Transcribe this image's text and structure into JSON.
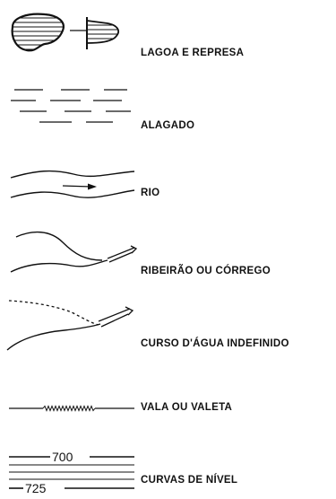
{
  "legend": {
    "items": [
      {
        "id": "lagoa",
        "label": "LAGOA E REPRESA"
      },
      {
        "id": "alagado",
        "label": "ALAGADO"
      },
      {
        "id": "rio",
        "label": "RIO"
      },
      {
        "id": "ribeirao",
        "label": "RIBEIRÃO OU CÓRREGO"
      },
      {
        "id": "curso",
        "label": "CURSO D'ÁGUA INDEFINIDO"
      },
      {
        "id": "vala",
        "label": "VALA OU VALETA"
      },
      {
        "id": "curvas",
        "label": "CURVAS DE NÍVEL"
      }
    ],
    "contour_values": [
      "700",
      "725"
    ]
  },
  "colors": {
    "ink": "#111111",
    "background": "#ffffff"
  }
}
